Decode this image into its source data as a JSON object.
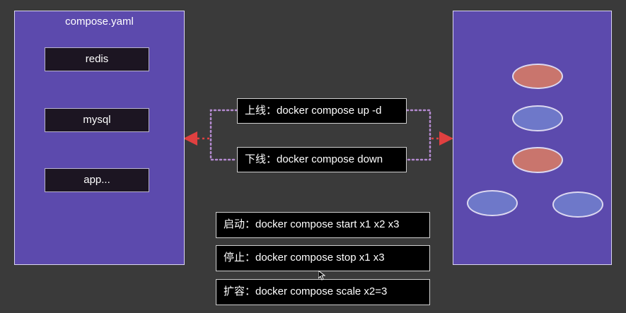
{
  "compose_file": {
    "title": "compose.yaml",
    "services": [
      "redis",
      "mysql",
      "app..."
    ]
  },
  "lifecycle": {
    "up": "上线：docker compose up -d",
    "down": "下线：docker compose down"
  },
  "commands": {
    "start": "启动：docker compose start  x1 x2 x3",
    "stop": "停止：docker compose stop x1  x3",
    "scale": "扩容：docker compose scale x2=3"
  },
  "containers": [
    {
      "color": "#c9756d",
      "icon": "red-container-ellipse"
    },
    {
      "color": "#6e78c9",
      "icon": "blue-container-ellipse"
    },
    {
      "color": "#c9756d",
      "icon": "red-container-ellipse"
    },
    {
      "color": "#6e78c9",
      "icon": "blue-container-ellipse"
    },
    {
      "color": "#6e78c9",
      "icon": "blue-container-ellipse"
    }
  ],
  "colors": {
    "background": "#3a3a3a",
    "panel": "#5c4aad",
    "arrow": "#e04040",
    "dotted_line": "#b48ad0"
  }
}
